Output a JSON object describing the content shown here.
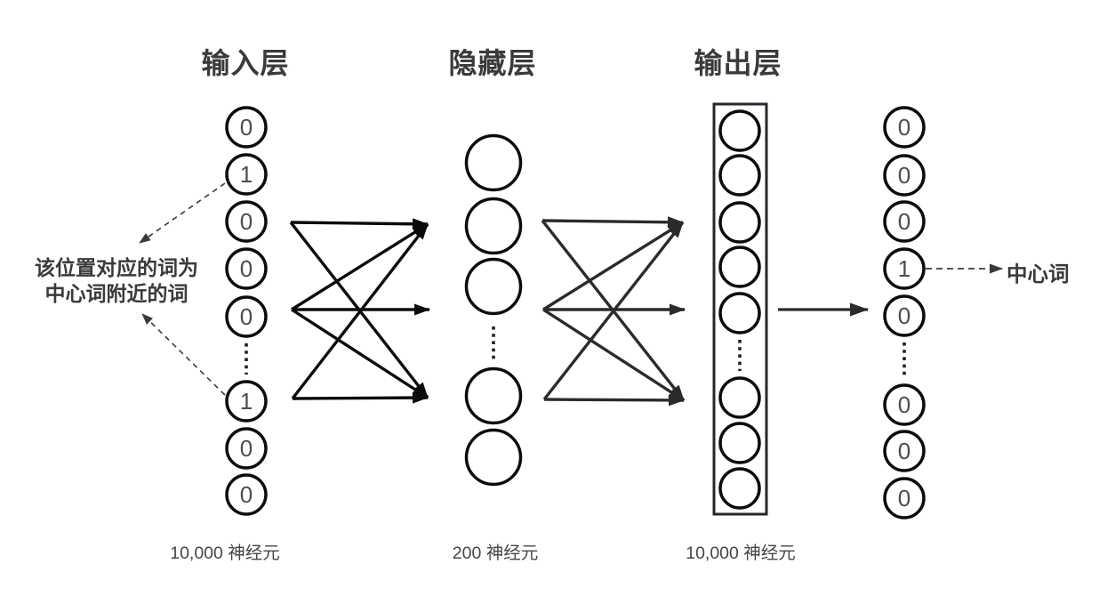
{
  "diagram": {
    "background": "#ffffff",
    "layers": {
      "input": {
        "title": "输入层",
        "count_label": "10,000 神经元",
        "node_values": [
          "0",
          "1",
          "0",
          "0",
          "0",
          "1",
          "0",
          "0"
        ]
      },
      "hidden": {
        "title": "隐藏层",
        "count_label": "200 神经元"
      },
      "output": {
        "title": "输出层",
        "count_label": "10,000 神经元"
      },
      "result": {
        "node_values": [
          "0",
          "0",
          "0",
          "1",
          "0",
          "0",
          "0",
          "0"
        ]
      }
    },
    "annotations": {
      "input_note_line1": "该位置对应的词为",
      "input_note_line2": "中心词附近的词",
      "center_word_label": "中心词"
    },
    "colors": {
      "node_stroke": "#0c0c0c",
      "node_fill": "#ffffff",
      "digit": "#4d4d4d",
      "arrow_primary": "#0b0b0b",
      "arrow_secondary": "#2b2b2b",
      "box_stroke": "#262630",
      "dashed_arrow": "#3a3a3a",
      "ellipsis": "#222222"
    }
  }
}
